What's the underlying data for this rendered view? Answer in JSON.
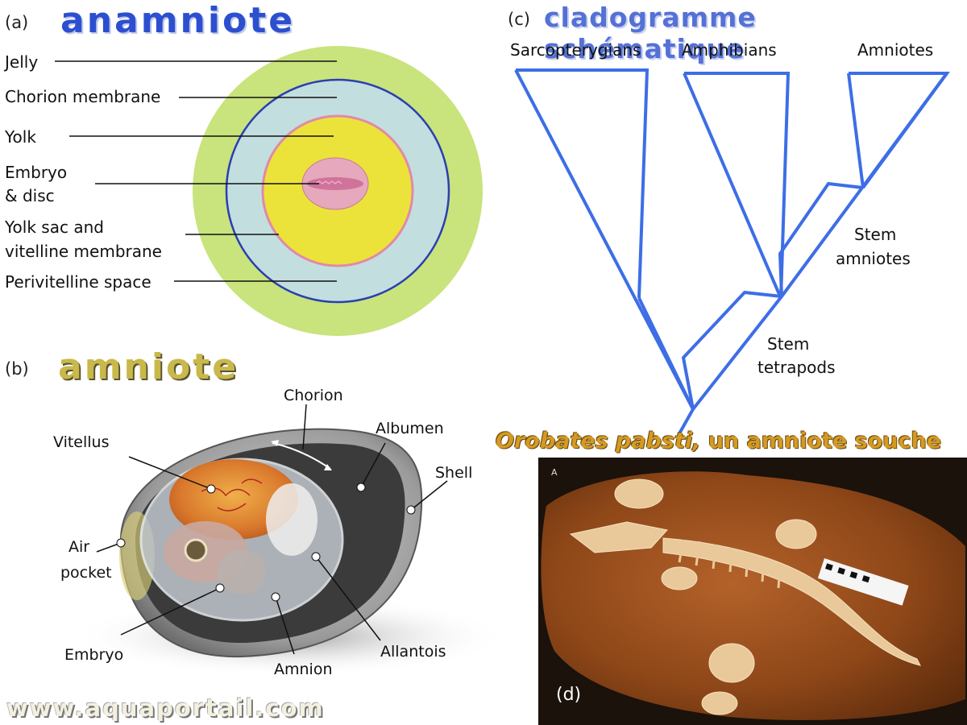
{
  "panel_a": {
    "letter": "(a)",
    "title": "anamniote",
    "labels": {
      "jelly": "Jelly",
      "chorion": "Chorion membrane",
      "yolk": "Yolk",
      "embryo_1": "Embryo",
      "embryo_2": "& disc",
      "yolksac_1": "Yolk sac and",
      "yolksac_2": "vitelline membrane",
      "perivitelline": "Perivitelline space"
    },
    "colors": {
      "jelly": "#c9e37d",
      "perivitelline": "#c3dede",
      "chorion": "#2a3fb0",
      "yolk": "#ece33a",
      "membrane": "#e08aa8",
      "embryo": "#e6a8bc"
    }
  },
  "panel_b": {
    "letter": "(b)",
    "title": "amniote",
    "labels": {
      "chorion": "Chorion",
      "vitellus": "Vitellus",
      "albumen": "Albumen",
      "shell": "Shell",
      "air_1": "Air",
      "air_2": "pocket",
      "embryo": "Embryo",
      "amnion": "Amnion",
      "allantois": "Allantois"
    }
  },
  "panel_c": {
    "letter": "(c)",
    "title": "cladogramme schématique",
    "labels": {
      "sarcopterygians": "Sarcopterygians",
      "amphibians": "Amphibians",
      "amniotes": "Amniotes",
      "stem_amniotes_1": "Stem",
      "stem_amniotes_2": "amniotes",
      "stem_tetrapods_1": "Stem",
      "stem_tetrapods_2": "tetrapods"
    },
    "colors": {
      "branch": "#3d6ee6"
    }
  },
  "panel_d": {
    "title_species": "Orobates pabsti,",
    "title_rest": " un amniote souche",
    "letter": "(d)",
    "corner_mark": "A"
  },
  "watermark": "www.aquaportail.com"
}
